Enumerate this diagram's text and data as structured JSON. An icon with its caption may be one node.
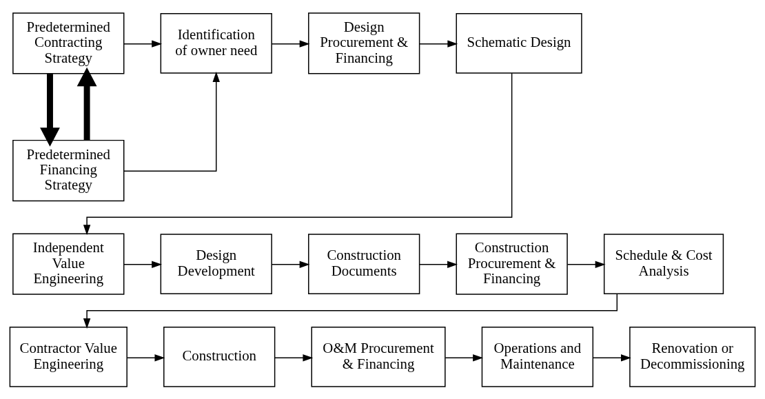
{
  "diagram": {
    "nodes": [
      {
        "text": [
          "Predetermined Contracting Strategy"
        ]
      },
      {
        "text": [
          "Predetermined Financing Strategy"
        ]
      },
      {
        "text": [
          "Identification of owner need"
        ]
      },
      {
        "text": [
          "Design Procurement & Financing"
        ]
      },
      {
        "text": [
          "Schematic Design"
        ]
      },
      {
        "text": [
          "Independent Value Engineering"
        ]
      },
      {
        "text": [
          "Design Development"
        ]
      },
      {
        "text": [
          "Construction Documents"
        ]
      },
      {
        "text": [
          "Construction Procurement & Financing"
        ]
      },
      {
        "text": [
          "Schedule & Cost Analysis"
        ]
      },
      {
        "text": [
          "Contractor Value Engineering"
        ]
      },
      {
        "text": [
          "Construction"
        ]
      },
      {
        "text": [
          "O&M Procurement & Financing"
        ]
      },
      {
        "text": [
          "Operations and Maintenance"
        ]
      },
      {
        "text": [
          "Renovation or Decommissioning"
        ]
      }
    ],
    "edges": [
      {
        "from": 1,
        "to": 0,
        "arrow": "to",
        "style": "thick"
      },
      {
        "from": 0,
        "to": 1,
        "arrow": "to",
        "style": "thick"
      },
      {
        "from": 0,
        "to": 2,
        "arrow": "to"
      },
      {
        "from": 1,
        "to": 2,
        "arrow": "to"
      },
      {
        "from": 2,
        "to": 3,
        "arrow": "to"
      },
      {
        "from": 3,
        "to": 4,
        "arrow": "to"
      },
      {
        "from": 4,
        "to": 5,
        "arrow": "to"
      },
      {
        "from": 5,
        "to": 6,
        "arrow": "to"
      },
      {
        "from": 6,
        "to": 7,
        "arrow": "to"
      },
      {
        "from": 7,
        "to": 8,
        "arrow": "to"
      },
      {
        "from": 8,
        "to": 9,
        "arrow": "to"
      },
      {
        "from": 9,
        "to": 10,
        "arrow": "to"
      },
      {
        "from": 10,
        "to": 11,
        "arrow": "to"
      },
      {
        "from": 11,
        "to": 12,
        "arrow": "to"
      },
      {
        "from": 12,
        "to": 13,
        "arrow": "to"
      },
      {
        "from": 13,
        "to": 14,
        "arrow": "to"
      }
    ]
  }
}
